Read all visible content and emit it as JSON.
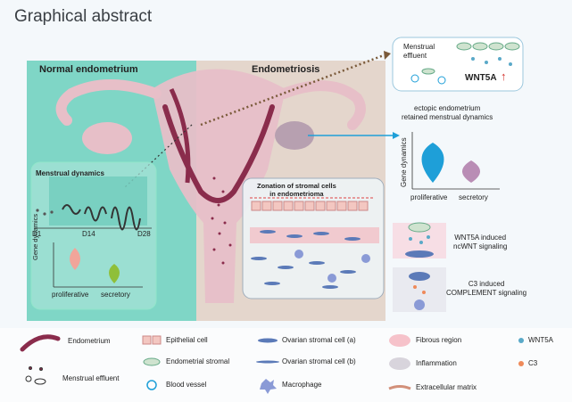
{
  "title": "Graphical abstract",
  "panels": {
    "normal": "Normal endometrium",
    "endo": "Endometriosis"
  },
  "menstrual_dynamics": "Menstrual dynamics",
  "days": [
    "D1",
    "D14",
    "D28"
  ],
  "gene_dynamics": "Gene dynamics",
  "phases": {
    "proliferative": "proliferative",
    "secretory": "secretory"
  },
  "menstrual_effluent_box": {
    "label": "Menstrual\neffluent",
    "gene": "WNT5A",
    "arrow": "↑"
  },
  "ectopic": "ectopic endometrium\nretained menstrual dynamics",
  "zonation": "Zonation of stromal cells\nin endometrioma",
  "signals": [
    {
      "text": "WNT5A induced\nncWNT signaling"
    },
    {
      "text": "C3 induced\nCOMPLEMENT signaling"
    }
  ],
  "legend": {
    "endometrium": "Endometrium",
    "menstrual_effluent": "Menstrual effluent",
    "epithelial": "Epithelial cell",
    "endometrial_stromal": "Endometrial stromal",
    "blood_vessel": "Blood vessel",
    "ovarian_a": "Ovarian stromal cell (a)",
    "ovarian_b": "Ovarian stromal cell (b)",
    "macrophage": "Macrophage",
    "fibrous": "Fibrous region",
    "inflammation": "Inflammation",
    "ecm": "Extracellular matrix",
    "wnt5a": "WNT5A",
    "c3": "C3"
  },
  "colors": {
    "normal_bg": "#7fd6c6",
    "endo_bg": "#e4d6cc",
    "endometrium": "#8a2c4c",
    "uterus": "#e7bfc8",
    "proliferative_blue": "#1e9fd8",
    "secretory_purple": "#b98db5",
    "normal_pink": "#f1a59a",
    "normal_green": "#8fbf3a",
    "wnt5a": "#5aa9c8",
    "c3": "#ef8a5a"
  }
}
